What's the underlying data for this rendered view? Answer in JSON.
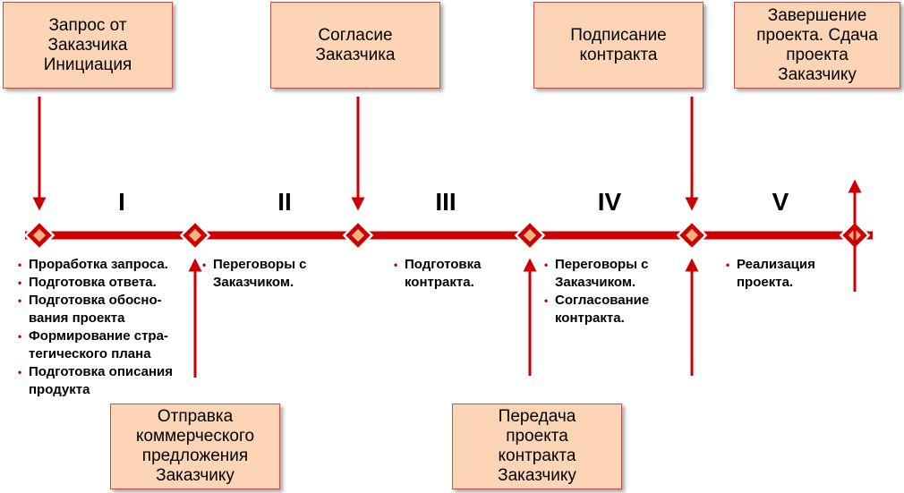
{
  "milestones_top": [
    {
      "id": "request",
      "label": "Запрос от\nЗаказчика\nИнициация"
    },
    {
      "id": "agreement",
      "label": "Согласие\nЗаказчика"
    },
    {
      "id": "signing",
      "label": "Подписание\nконтракта"
    },
    {
      "id": "completion",
      "label": "Завершение\nпроекта. Сдача\nпроекта\nЗаказчику"
    }
  ],
  "milestones_bottom": [
    {
      "id": "offer",
      "label": "Отправка\nкоммерческого\nпредложения\nЗаказчику"
    },
    {
      "id": "transfer",
      "label": "Передача\nпроекта\nконтракта\nЗаказчику"
    }
  ],
  "phases": [
    "I",
    "II",
    "III",
    "IV",
    "V"
  ],
  "phase_notes": [
    [
      "Проработка запроса.",
      "Подготовка ответа.",
      "Подготовка обосно-\nвания проекта",
      "Формирование стра-\nтегического плана",
      "Подготовка описания\nпродукта"
    ],
    [
      "Переговоры с\nЗаказчиком."
    ],
    [
      "Подготовка\nконтракта."
    ],
    [
      "Переговоры с\nЗаказчиком.",
      "Согласование\nконтракта."
    ],
    [
      "Реализация\nпроекта."
    ]
  ],
  "colors": {
    "timeline": "#cc0000",
    "arrow": "#cc0000",
    "box_fill": "#fbd5b5",
    "box_border": "#c0504d",
    "diamond_fill": "#f4b183",
    "diamond_border": "#ffffff"
  }
}
